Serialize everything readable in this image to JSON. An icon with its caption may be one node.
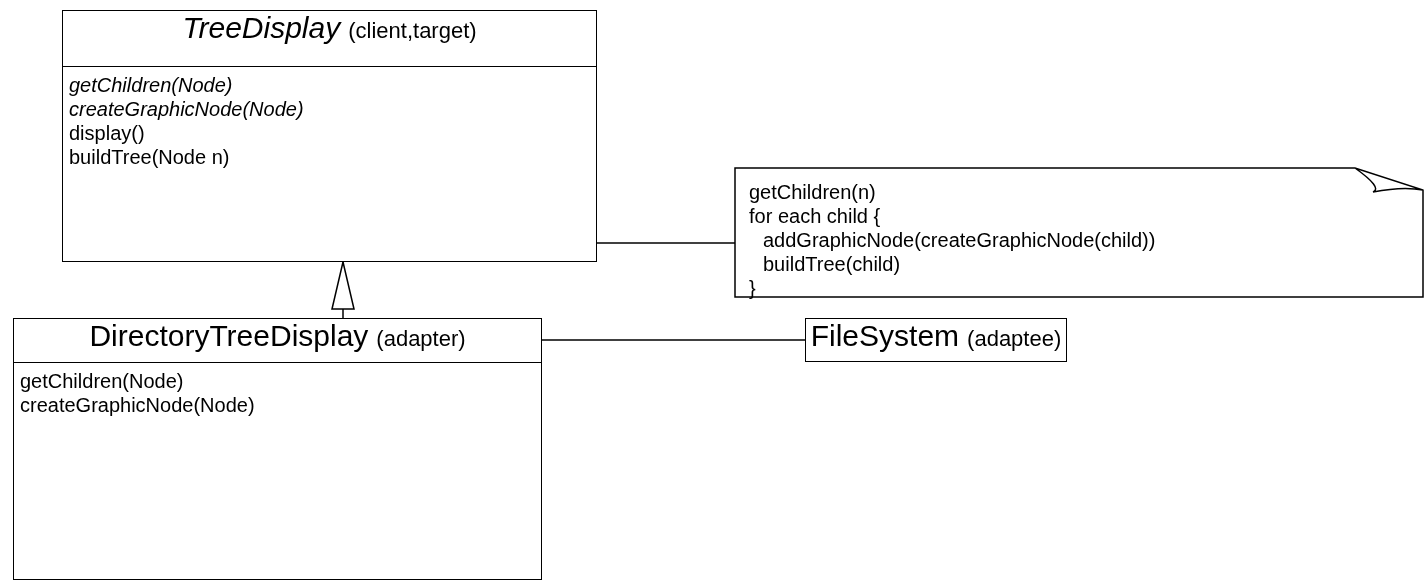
{
  "diagram": {
    "nodes": [
      {
        "text": [
          "*TreeDisplay*",
          "(client,target)",
          "*getChildren(Node)*",
          "*createGraphicNode(Node)*",
          "display()",
          "buildTree(Node n)"
        ]
      },
      {
        "text": [
          "getChildren(n)",
          "for each child {",
          "addGraphicNode(createGraphicNode(child))",
          "buildTree(child)",
          "}"
        ]
      },
      {
        "text": [
          "DirectoryTreeDisplay",
          "(adapter)",
          "getChildren(Node)",
          "createGraphicNode(Node)"
        ]
      },
      {
        "text": [
          "FileSystem",
          "(adaptee)"
        ]
      }
    ],
    "edges": [
      {
        "from": 2,
        "to": 0,
        "arrow": "to"
      },
      {
        "from": 0,
        "to": 1,
        "arrow": "none"
      },
      {
        "from": 2,
        "to": 3,
        "arrow": "none"
      }
    ]
  }
}
